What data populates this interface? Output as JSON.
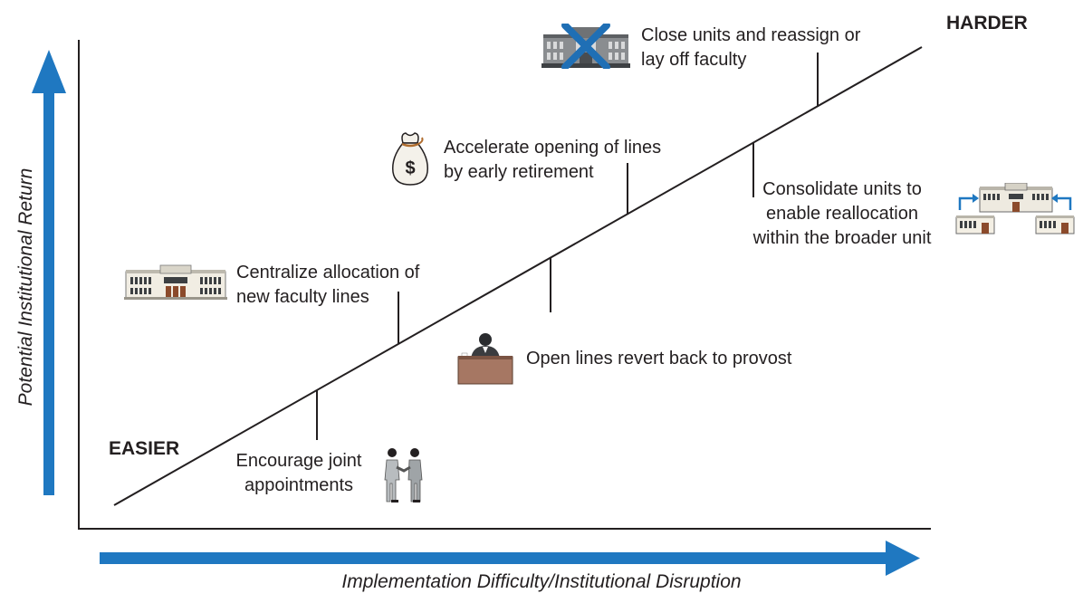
{
  "labels": {
    "harder": "HARDER",
    "easier": "EASIER",
    "x_axis": "Implementation Difficulty/Institutional Disruption",
    "y_axis": "Potential Institutional Return"
  },
  "options": [
    {
      "lines": [
        "Close units and reassign or",
        "lay off faculty"
      ]
    },
    {
      "lines": [
        "Accelerate opening of lines",
        "by early retirement"
      ]
    },
    {
      "lines": [
        "Consolidate units to",
        "enable reallocation",
        "within the broader unit"
      ]
    },
    {
      "lines": [
        "Centralize allocation of",
        "new faculty lines"
      ]
    },
    {
      "lines": [
        "Open lines revert back to provost"
      ]
    },
    {
      "lines": [
        "Encourage joint",
        "appointments"
      ]
    }
  ],
  "icons": {
    "close_units": "crossed-out-building-icon",
    "early_retirement": "money-bag-icon",
    "money_symbol": "$",
    "consolidate": "consolidating-buildings-icon",
    "centralize": "university-building-icon",
    "provost": "provost-at-desk-icon",
    "joint": "handshake-people-icon"
  },
  "colors": {
    "arrow_blue": "#1f78c1",
    "line": "#231f20",
    "cross_blue": "#1f6fb5",
    "desk": "#a67763"
  }
}
